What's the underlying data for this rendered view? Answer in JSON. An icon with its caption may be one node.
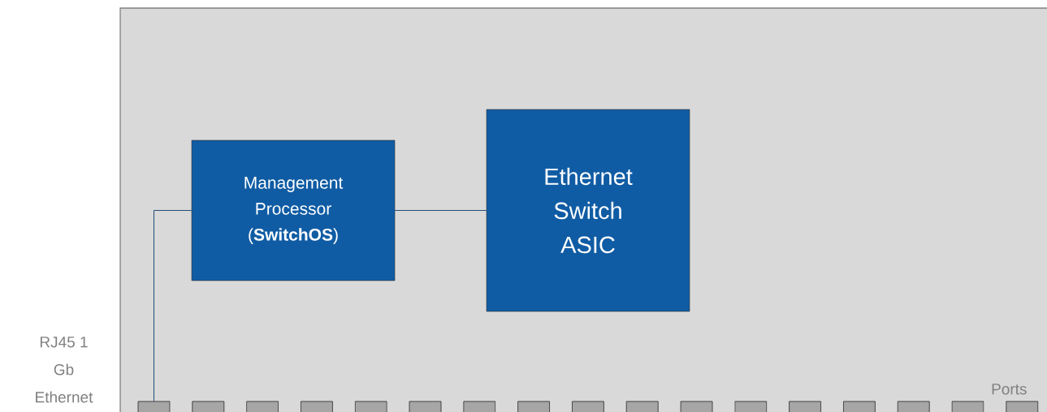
{
  "diagram": {
    "nodes": [
      {
        "text": [],
        "shape": "box"
      },
      {
        "text": [
          "Management Processor (**SwitchOS**)"
        ],
        "in": 0
      },
      {
        "text": [
          "Ethernet Switch ASIC"
        ],
        "in": 0
      },
      {
        "text": [],
        "shape": "box",
        "in": 0,
        "beside": [
          "RJ45 1 Gb Ethernet"
        ]
      },
      {
        "text": [],
        "shape": "box",
        "in": 0
      },
      {
        "text": [],
        "shape": "box",
        "in": 0
      },
      {
        "text": [],
        "shape": "box",
        "in": 0
      },
      {
        "text": [],
        "shape": "box",
        "in": 0
      },
      {
        "text": [],
        "shape": "box",
        "in": 0
      },
      {
        "text": [],
        "shape": "box",
        "in": 0
      },
      {
        "text": [],
        "shape": "box",
        "in": 0
      },
      {
        "text": [],
        "shape": "box",
        "in": 0
      },
      {
        "text": [],
        "shape": "box",
        "in": 0
      },
      {
        "text": [],
        "shape": "box",
        "in": 0
      },
      {
        "text": [],
        "shape": "box",
        "in": 0
      },
      {
        "text": [],
        "shape": "box",
        "in": 0
      },
      {
        "text": [],
        "shape": "box",
        "in": 0
      },
      {
        "text": [],
        "shape": "box",
        "in": 0
      },
      {
        "text": [],
        "shape": "box",
        "in": 0
      },
      {
        "text": [],
        "shape": "box",
        "in": 0
      }
    ],
    "edges": [
      {
        "from": 1,
        "to": 2,
        "arrow": "none"
      },
      {
        "from": 1,
        "to": 3,
        "arrow": "none"
      }
    ],
    "labels": [
      "Ports"
    ]
  }
}
